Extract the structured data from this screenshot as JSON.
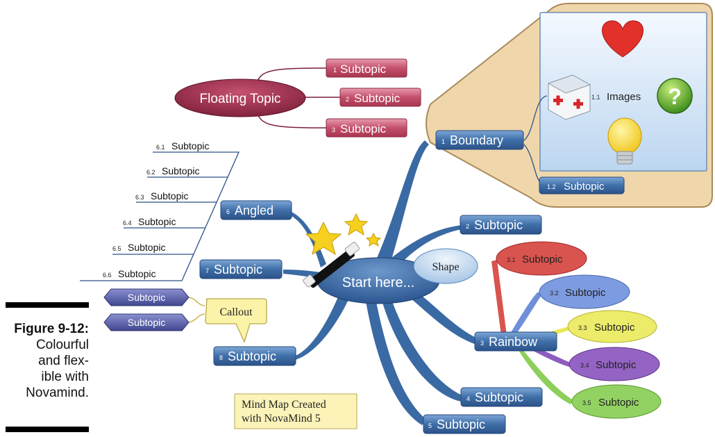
{
  "caption": {
    "figure": "Figure 9-12:",
    "lines": [
      "Colourful",
      "and flex-",
      "ible with",
      "Novamind."
    ]
  },
  "central": {
    "label": "Start here..."
  },
  "shape": {
    "label": "Shape"
  },
  "floating": {
    "label": "Floating Topic",
    "subtopics": [
      {
        "num": "1",
        "label": "Subtopic"
      },
      {
        "num": "2",
        "label": "Subtopic"
      },
      {
        "num": "3",
        "label": "Subtopic"
      }
    ]
  },
  "boundary": {
    "num": "1",
    "label": "Boundary",
    "images": {
      "num": "1.1",
      "label": "Images"
    },
    "sub": {
      "num": "1.2",
      "label": "Subtopic"
    }
  },
  "branch2": {
    "num": "2",
    "label": "Subtopic"
  },
  "rainbow": {
    "num": "3",
    "label": "Rainbow",
    "subtopics": [
      {
        "num": "3.1",
        "label": "Subtopic",
        "color": "#d9534f"
      },
      {
        "num": "3.2",
        "label": "Subtopic",
        "color": "#6f8fd9"
      },
      {
        "num": "3.3",
        "label": "Subtopic",
        "color": "#e8e85a"
      },
      {
        "num": "3.4",
        "label": "Subtopic",
        "color": "#8e5bbf"
      },
      {
        "num": "3.5",
        "label": "Subtopic",
        "color": "#8ccf5a"
      }
    ]
  },
  "branch4": {
    "num": "4",
    "label": "Subtopic"
  },
  "branch5": {
    "num": "5",
    "label": "Subtopic"
  },
  "angled": {
    "num": "6",
    "label": "Angled",
    "subtopics": [
      {
        "num": "6.1",
        "label": "Subtopic"
      },
      {
        "num": "6.2",
        "label": "Subtopic"
      },
      {
        "num": "6.3",
        "label": "Subtopic"
      },
      {
        "num": "6.4",
        "label": "Subtopic"
      },
      {
        "num": "6.5",
        "label": "Subtopic"
      },
      {
        "num": "6.6",
        "label": "Subtopic"
      }
    ]
  },
  "branch7": {
    "num": "7",
    "label": "Subtopic"
  },
  "branch8": {
    "num": "8",
    "label": "Subtopic",
    "callout": "Callout",
    "hex_subtopics": [
      {
        "label": "Subtopic"
      },
      {
        "label": "Subtopic"
      }
    ]
  },
  "note": {
    "lines": [
      "Mind Map Created",
      "with NovaMind 5"
    ]
  },
  "colors": {
    "branch_blue": "#3f6fa8",
    "floating_red": "#b83a55",
    "boundary_fill": "#f1d9b0",
    "callout_fill": "#fbf3a8"
  },
  "icons": [
    "magic-wand-icon",
    "heart-icon",
    "first-aid-kit-icon",
    "question-mark-icon",
    "light-bulb-icon",
    "star-icon"
  ]
}
